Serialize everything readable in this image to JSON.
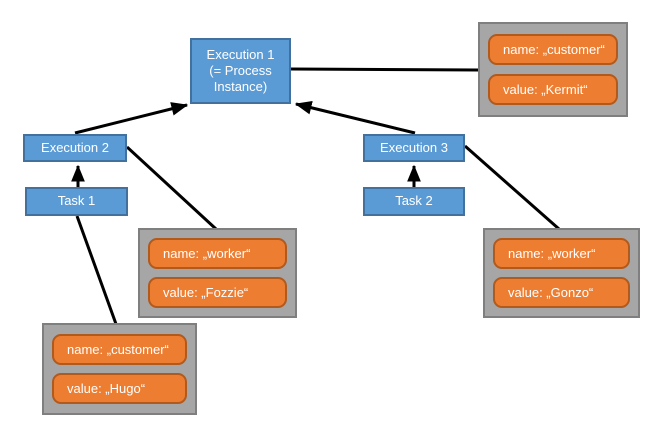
{
  "nodes": {
    "execution1": {
      "label": "Execution 1\n(= Process\nInstance)"
    },
    "execution2": {
      "label": "Execution 2"
    },
    "execution3": {
      "label": "Execution 3"
    },
    "task1": {
      "label": "Task 1"
    },
    "task2": {
      "label": "Task 2"
    }
  },
  "variables": {
    "kermit": {
      "name": "name: „customer“",
      "value": "value: „Kermit“"
    },
    "fozzie": {
      "name": "name: „worker“",
      "value": "value: „Fozzie“"
    },
    "gonzo": {
      "name": "name: „worker“",
      "value": "value: „Gonzo“"
    },
    "hugo": {
      "name": "name: „customer“",
      "value": "value: „Hugo“"
    }
  },
  "edges": [
    {
      "from": "task1",
      "to": "execution2",
      "type": "arrow"
    },
    {
      "from": "task2",
      "to": "execution3",
      "type": "arrow"
    },
    {
      "from": "execution2",
      "to": "execution1",
      "type": "arrow"
    },
    {
      "from": "execution3",
      "to": "execution1",
      "type": "arrow"
    },
    {
      "from": "execution1",
      "to": "variables.kermit",
      "type": "line"
    },
    {
      "from": "execution2",
      "to": "variables.fozzie",
      "type": "line"
    },
    {
      "from": "execution3",
      "to": "variables.gonzo",
      "type": "line"
    },
    {
      "from": "task1",
      "to": "variables.hugo",
      "type": "line"
    }
  ],
  "colors": {
    "execution_box_fill": "#5b9bd5",
    "execution_box_border": "#41719c",
    "variable_box_fill": "#ed7d31",
    "variable_box_border": "#b15a1d",
    "group_box_fill": "#a6a6a6",
    "group_box_border": "#7f7f7f",
    "connector": "#000000",
    "text": "#ffffff",
    "background": "#ffffff"
  }
}
